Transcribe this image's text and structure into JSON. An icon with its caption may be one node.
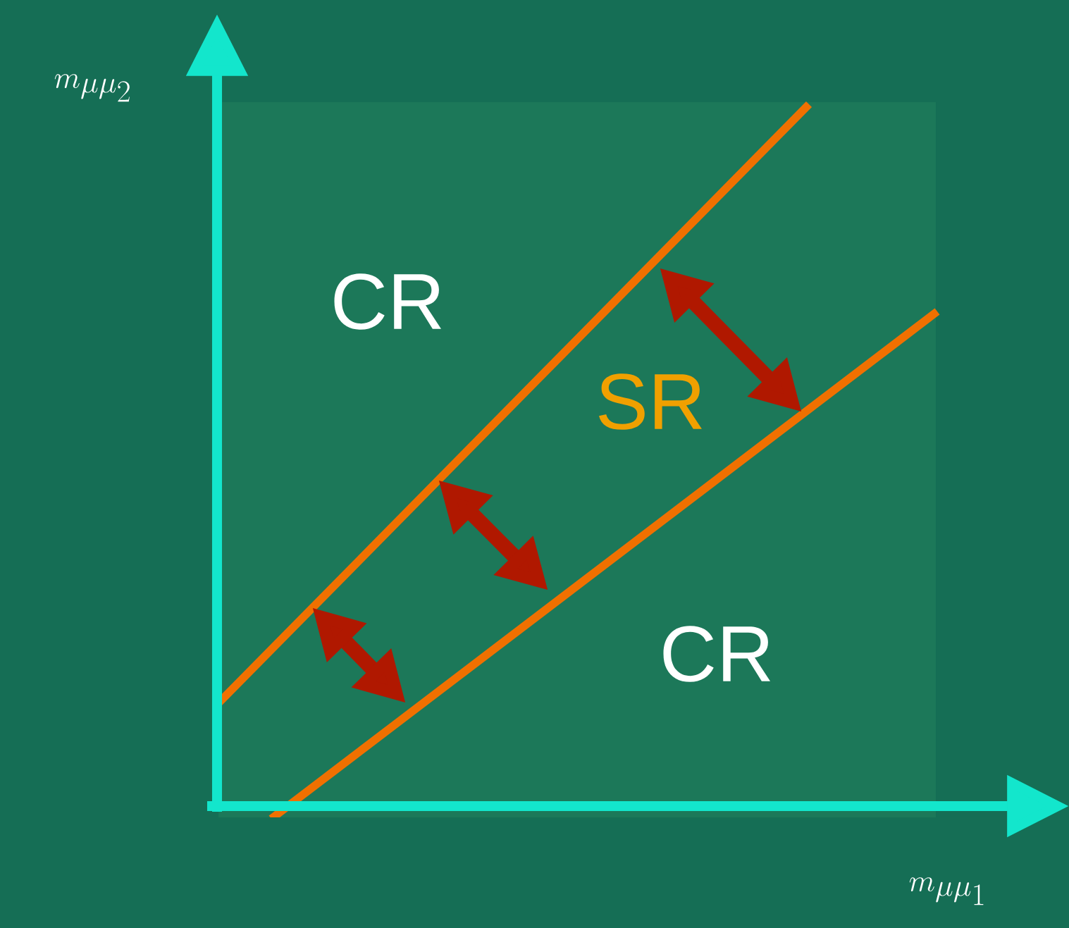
{
  "diagram": {
    "labels": [
      "m_{\\mu\\mu_2}",
      "CR",
      "SR",
      "CR",
      "m_{\\mu\\mu_1}"
    ]
  }
}
